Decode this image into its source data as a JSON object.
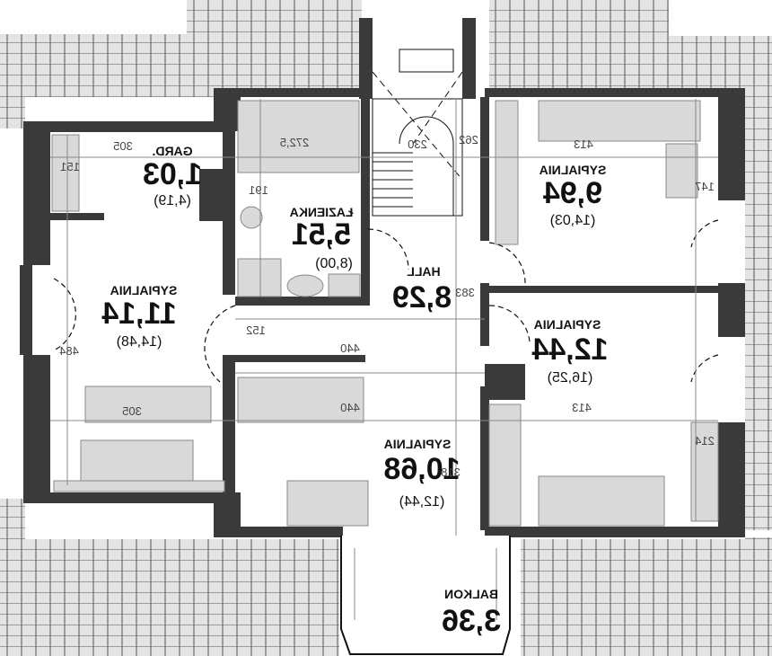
{
  "drawing_note": "mirrored floor plan (text rendered flipped horizontally)",
  "rooms": [
    {
      "id": "sypialnia-left",
      "name": "SYPIALNIA",
      "area": "11,14",
      "area_sub": "(14,48)"
    },
    {
      "id": "garderoba",
      "name": "GARD.",
      "area": "1,03",
      "area_sub": "(4,19)"
    },
    {
      "id": "lazienka",
      "name": "ŁAZIENKA",
      "area": "5,51",
      "area_sub": "(8,00)"
    },
    {
      "id": "hall",
      "name": "HALL",
      "area": "8,29",
      "area_sub": ""
    },
    {
      "id": "sypialnia-topright",
      "name": "SYPIALNIA",
      "area": "9,94",
      "area_sub": "(14,03)"
    },
    {
      "id": "sypialnia-midright",
      "name": "SYPIALNIA",
      "area": "12,44",
      "area_sub": "(16,25)"
    },
    {
      "id": "sypialnia-bottom",
      "name": "SYPIALNIA",
      "area": "10,68",
      "area_sub": "(12,44)"
    },
    {
      "id": "balkon",
      "name": "BALKON",
      "area": "3,36",
      "area_sub": ""
    }
  ],
  "dimensions": {
    "d305_top": "305",
    "d305_bottom": "305",
    "d272": "272,5",
    "d230": "230",
    "d262": "262",
    "d413_top": "413",
    "d413_mid": "413",
    "d440_a": "440",
    "d440_b": "440",
    "d383": "383",
    "d318": "318",
    "d191": "191",
    "d151": "151",
    "d152": "152",
    "d484": "484",
    "d147": "147",
    "d214": "214"
  },
  "colors": {
    "wall": "#3a3a3a",
    "roof": "#e5e5e5",
    "fixture": "#d9d9d9",
    "line": "#111111"
  }
}
